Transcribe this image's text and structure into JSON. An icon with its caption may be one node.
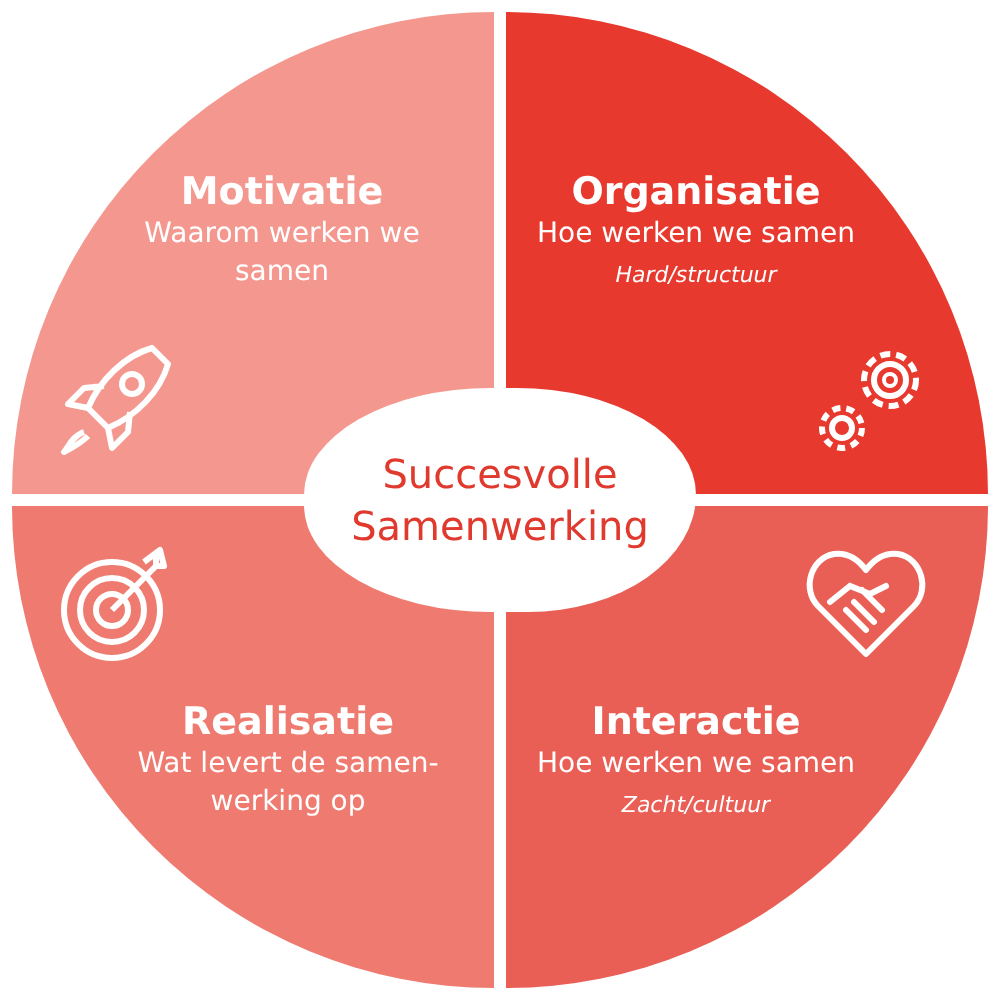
{
  "diagram": {
    "nodes": [
      {
        "text": [
          "Motivatie",
          "Waarom werken we samen"
        ]
      },
      {
        "text": [
          "Organisatie",
          "Hoe werken we samen",
          "Hard/structuur"
        ]
      },
      {
        "text": [
          "Succesvolle Samenwerking"
        ]
      },
      {
        "text": [
          "Realisatie",
          "Wat levert de samen- werking op"
        ]
      },
      {
        "text": [
          "Interactie",
          "Hoe werken we samen",
          "Zacht/cultuur"
        ]
      }
    ],
    "edges": []
  }
}
